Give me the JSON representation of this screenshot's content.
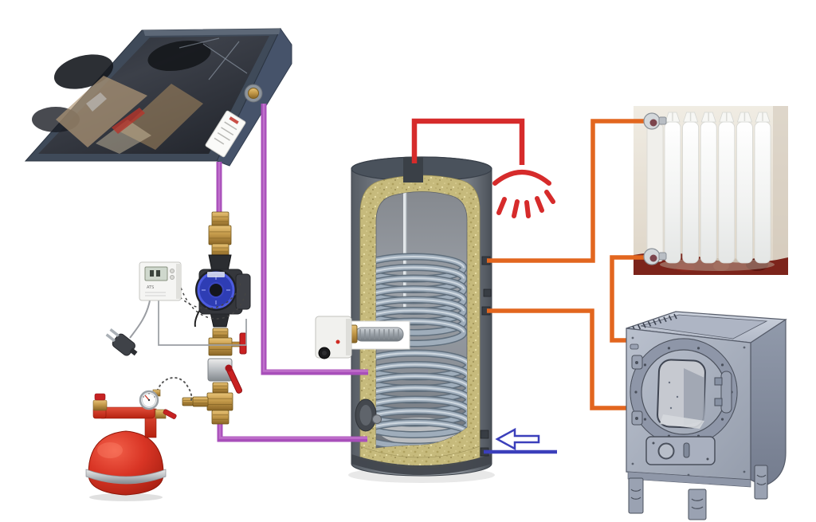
{
  "colors": {
    "background": "#ffffff",
    "solar_pipe": "#a84fba",
    "solar_pipe_light": "#c478d0",
    "hot_water_pipe": "#d62b2b",
    "heating_pipe": "#e2661f",
    "cold_water_pipe": "#3b3fbb",
    "insulation": "#c6ba7c",
    "tank_shell": "#7c828a",
    "coil_metal": "#9fadbb",
    "expansion_vessel_red": "#d93525",
    "pump_blue": "#2e3db4",
    "brass": "#c49a4a",
    "boiler_body": "#a7aebc",
    "radiator_white": "#f4f4f2"
  },
  "components": {
    "solar_collector": {
      "type": "flat-plate-solar-collector",
      "pipes": 2,
      "port": "brass-connection"
    },
    "pump_station": {
      "controller": {
        "label": "ATS",
        "display": "lcd-segment-display",
        "power": "mains-plug",
        "sensor_wires": 2
      },
      "pump": "circulation-pump",
      "valves": [
        "check-valve",
        "ball-valve-red-t-handle",
        "shutoff-valve-red-lever",
        "fill-drain-tee"
      ],
      "fittings": 7
    },
    "expansion_vessel": {
      "type": "solar-expansion-vessel",
      "gauge": "pressure-gauge",
      "safety_valve": "safety-valve-red-cap",
      "hose": "dotted-flex-hose"
    },
    "buffer_tank": {
      "type": "dual-coil-buffer-tank-cutaway",
      "upper_coil_loops": 7,
      "lower_coil_loops": 7,
      "right_ports": 5,
      "immersion_heater": "electric-heating-element",
      "sensor_tube": "white-sensor-tube",
      "left_flange": "inspection-flange"
    },
    "radiator": {
      "type": "wall-radiator-photo",
      "sections": 6,
      "valves": 2
    },
    "boiler": {
      "type": "solid-fuel-boiler-cad",
      "door": "round-door-ring",
      "door_bolts": 10,
      "legs": 3
    },
    "icons": {
      "shower": "shower-spray-icon",
      "cold_water_arrow": "left-arrow-outline-icon"
    }
  },
  "pipes": [
    {
      "id": "solar-flow",
      "color_key": "solar_pipe"
    },
    {
      "id": "solar-return",
      "color_key": "solar_pipe"
    },
    {
      "id": "dhw-to-shower",
      "color_key": "hot_water_pipe"
    },
    {
      "id": "tank-to-radiator-flow",
      "color_key": "heating_pipe"
    },
    {
      "id": "radiator-return-to-boiler",
      "color_key": "heating_pipe"
    },
    {
      "id": "tank-to-boiler",
      "color_key": "heating_pipe"
    },
    {
      "id": "cold-water-inlet",
      "color_key": "cold_water_pipe"
    }
  ]
}
